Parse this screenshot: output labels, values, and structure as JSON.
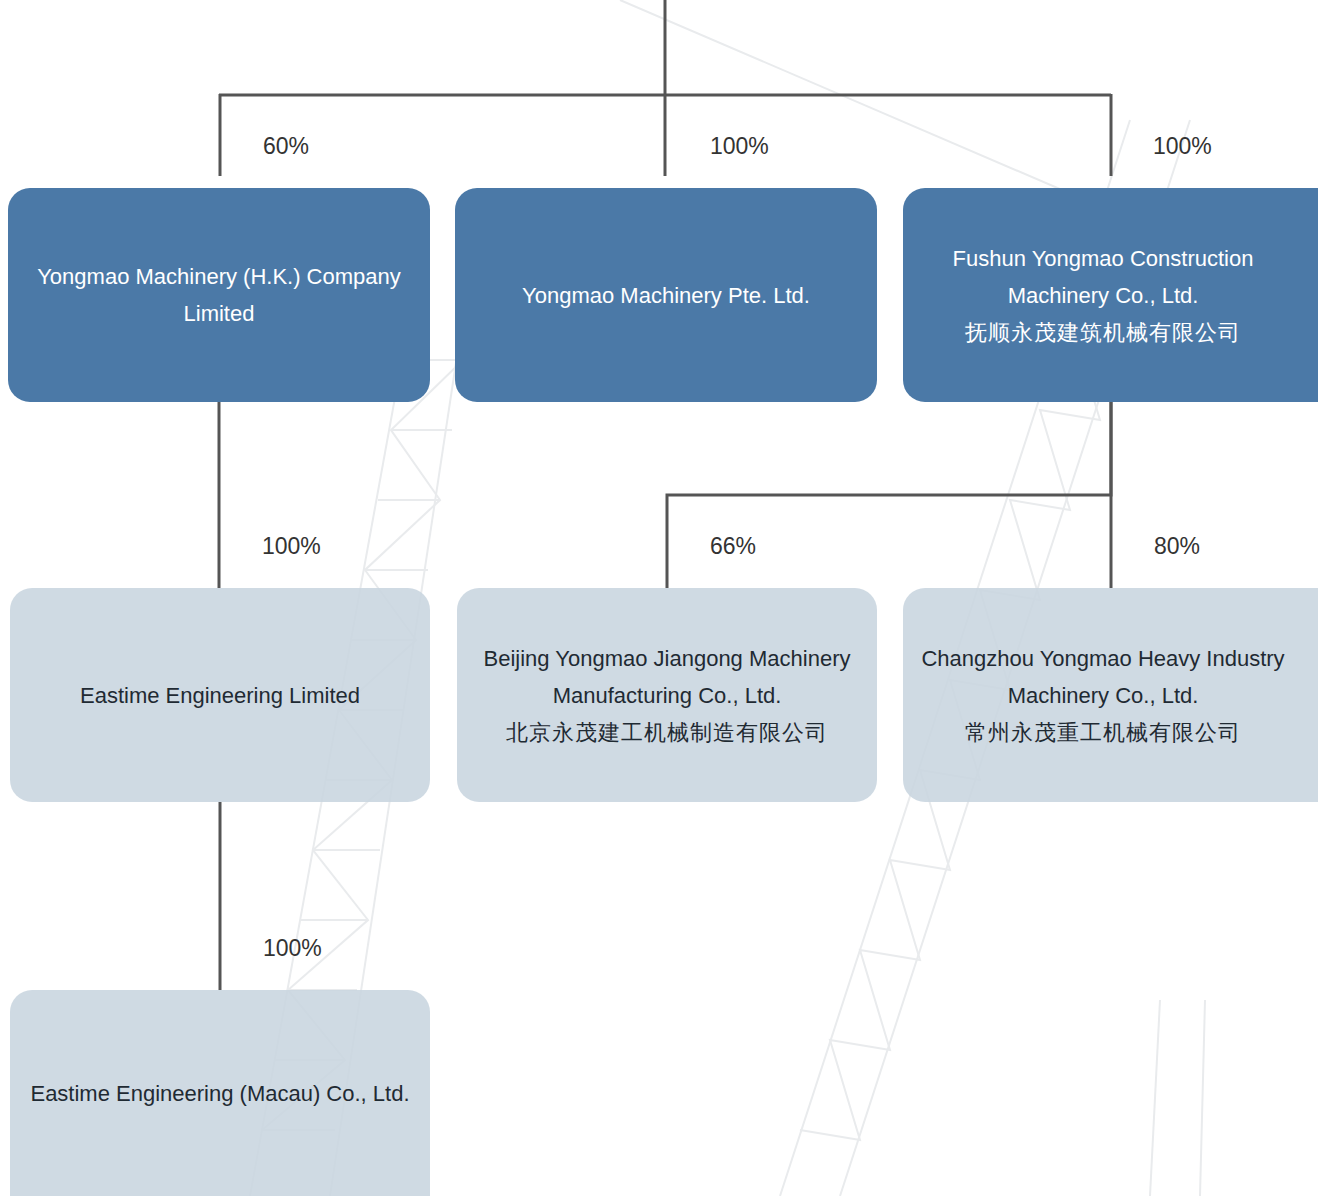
{
  "diagram": {
    "nodes": [
      {
        "text": [
          "Yongmao Machinery (H.K.) Company Limited"
        ]
      },
      {
        "text": [
          "Yongmao Machinery Pte. Ltd."
        ]
      },
      {
        "text": [
          "Fushun Yongmao Construction Machinery Co., Ltd.",
          "抚顺永茂建筑机械有限公司"
        ]
      },
      {
        "text": [
          "Eastime Engineering Limited"
        ]
      },
      {
        "text": [
          "Beijing Yongmao Jiangong Machinery Manufacturing Co., Ltd.",
          "北京永茂建工机械制造有限公司"
        ]
      },
      {
        "text": [
          "Changzhou Yongmao Heavy Industry Machinery Co., Ltd.",
          "常州永茂重工机械有限公司"
        ]
      },
      {
        "text": [
          "Eastime Engineering (Macau) Co., Ltd."
        ]
      }
    ],
    "edges": [
      {
        "from": 0,
        "to": 3,
        "label": "100%",
        "arrow": "none"
      },
      {
        "from": 2,
        "to": 4,
        "label": "66%",
        "arrow": "none"
      },
      {
        "from": 2,
        "to": 5,
        "label": "80%",
        "arrow": "none"
      },
      {
        "from": 3,
        "to": 6,
        "label": "100%",
        "arrow": "none"
      }
    ],
    "labels": [
      "60%",
      "100%",
      "100%"
    ]
  }
}
